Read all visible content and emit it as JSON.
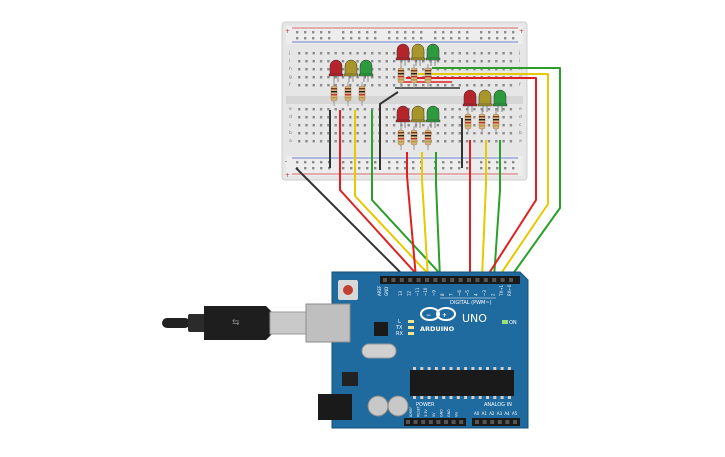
{
  "board": {
    "brand": "ARDUINO",
    "model": "UNO",
    "digital_label": "DIGITAL (PWM~)",
    "power_label": "POWER",
    "analog_label": "ANALOG IN",
    "on_label": "ON",
    "tx_label": "TX",
    "rx_label": "RX",
    "l_label": "L",
    "aref_label": "AREF",
    "gnd_label": "GND",
    "power_pins": [
      "IOREF",
      "RESET",
      "3.3V",
      "5V",
      "GND",
      "GND",
      "Vin"
    ],
    "analog_pins": [
      "A0",
      "A1",
      "A2",
      "A3",
      "A4",
      "A5"
    ],
    "digital_pins": [
      "13",
      "12",
      "~11",
      "~10",
      "~9",
      "8",
      "7",
      "~6",
      "~5",
      "4",
      "~3",
      "2",
      "TX→1",
      "RX←0"
    ]
  },
  "breadboard": {
    "row_letters_top": [
      "j",
      "i",
      "h",
      "g",
      "f"
    ],
    "row_letters_bottom": [
      "e",
      "d",
      "c",
      "b",
      "a"
    ],
    "rail_plus": "+",
    "rail_minus": "-"
  },
  "colors": {
    "board_blue": "#1f6a9f",
    "wire_red": "#e02020",
    "wire_yellow": "#e8c800",
    "wire_green": "#2aa02a",
    "wire_black": "#333333",
    "led_red": "#b5242a",
    "led_yellow": "#a8962a",
    "led_green": "#2e9a3e"
  }
}
